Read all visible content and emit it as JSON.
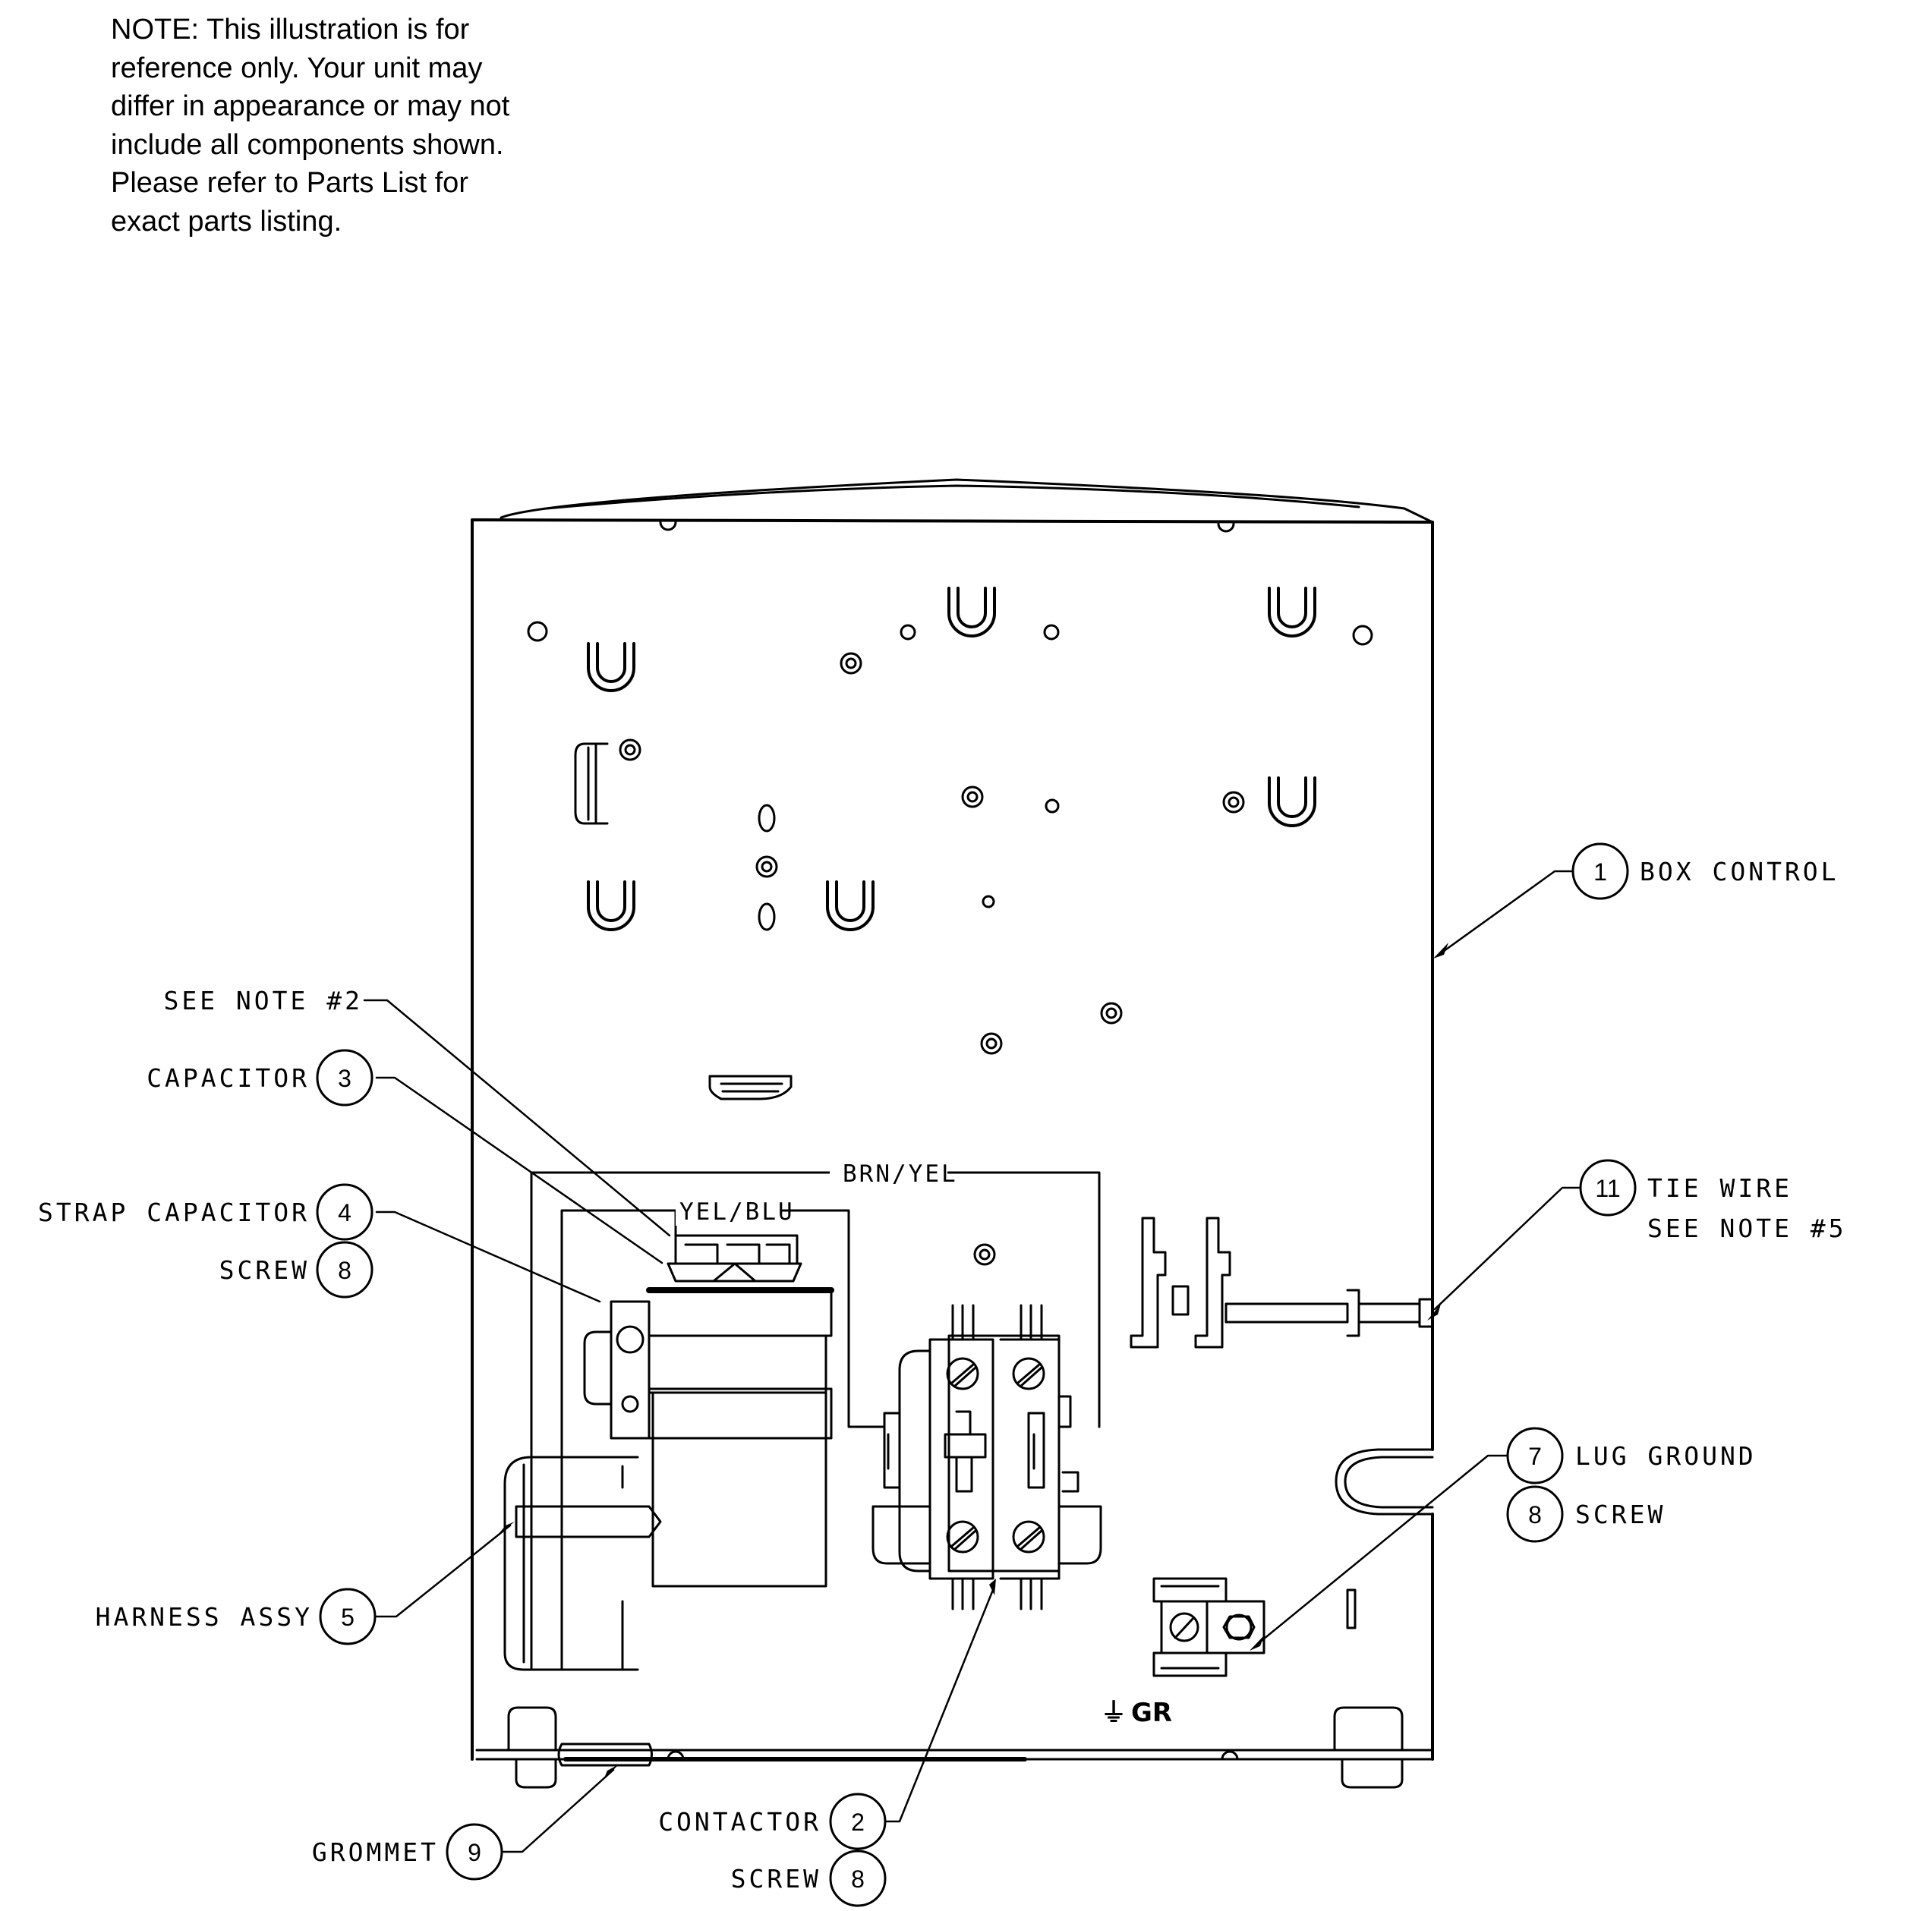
{
  "note": {
    "lines": [
      "NOTE: This illustration is for",
      "reference only.  Your unit may",
      "differ in appearance or may not",
      "include all components shown.",
      "Please refer to Parts List for",
      "exact parts listing."
    ]
  },
  "callouts": {
    "box_control": {
      "number": "1",
      "label": "BOX CONTROL"
    },
    "see_note_2": {
      "label": "SEE NOTE #2"
    },
    "capacitor": {
      "number": "3",
      "label": "CAPACITOR"
    },
    "strap_capacitor": {
      "number": "4",
      "label": "STRAP CAPACITOR"
    },
    "screw_capacitor": {
      "number": "8",
      "label": "SCREW"
    },
    "tie_wire": {
      "number": "11",
      "label": "TIE WIRE",
      "sublabel": "SEE NOTE #5"
    },
    "lug_ground": {
      "number": "7",
      "label": "LUG GROUND"
    },
    "screw_lug": {
      "number": "8",
      "label": "SCREW"
    },
    "harness_assy": {
      "number": "5",
      "label": "HARNESS ASSY"
    },
    "grommet": {
      "number": "9",
      "label": "GROMMET"
    },
    "contactor": {
      "number": "2",
      "label": "CONTACTOR"
    },
    "screw_contactor": {
      "number": "8",
      "label": "SCREW"
    }
  },
  "wire_labels": {
    "brn_yel": "BRN/YEL",
    "yel_blu": "YEL/BLU"
  },
  "ground_mark": {
    "symbol": "⏚",
    "text": "GR"
  },
  "icons": [
    "u-slot-icon",
    "mount-hole-icon",
    "terminal-screw-icon",
    "ground-symbol-icon"
  ]
}
